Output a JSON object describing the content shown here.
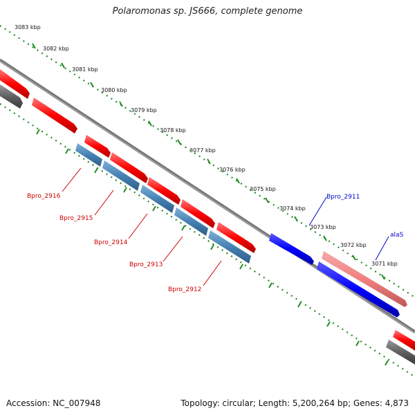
{
  "title": "Polaromonas sp. JS666, complete genome",
  "footer": {
    "accession": "Accession: NC_007948",
    "summary": "Topology: circular; Length: 5,200,264 bp; Genes: 4,873"
  },
  "colors": {
    "forward_gene": "#ff0000",
    "forward_gene_light": "#f08080",
    "reverse_gene": "#4682b4",
    "highlight_gene": "#0000ff",
    "gray_feature": "#606060",
    "backbone": "#808080",
    "tick_dots": "#228b22",
    "label_red": "#cc0000",
    "label_blue": "#0000cc"
  },
  "kbp_labels": [
    "3083 kbp",
    "3082 kbp",
    "3081 kbp",
    "3080 kbp",
    "3079 kbp",
    "3078 kbp",
    "3077 kbp",
    "3076 kbp",
    "3075 kbp",
    "3074 kbp",
    "3073 kbp",
    "3072 kbp",
    "3071 kbp"
  ],
  "gene_labels": {
    "bpro_2916": "Bpro_2916",
    "bpro_2915": "Bpro_2915",
    "bpro_2914": "Bpro_2914",
    "bpro_2913": "Bpro_2913",
    "bpro_2912": "Bpro_2912",
    "bpro_2911": "Bpro_2911",
    "alas": "alaS"
  }
}
